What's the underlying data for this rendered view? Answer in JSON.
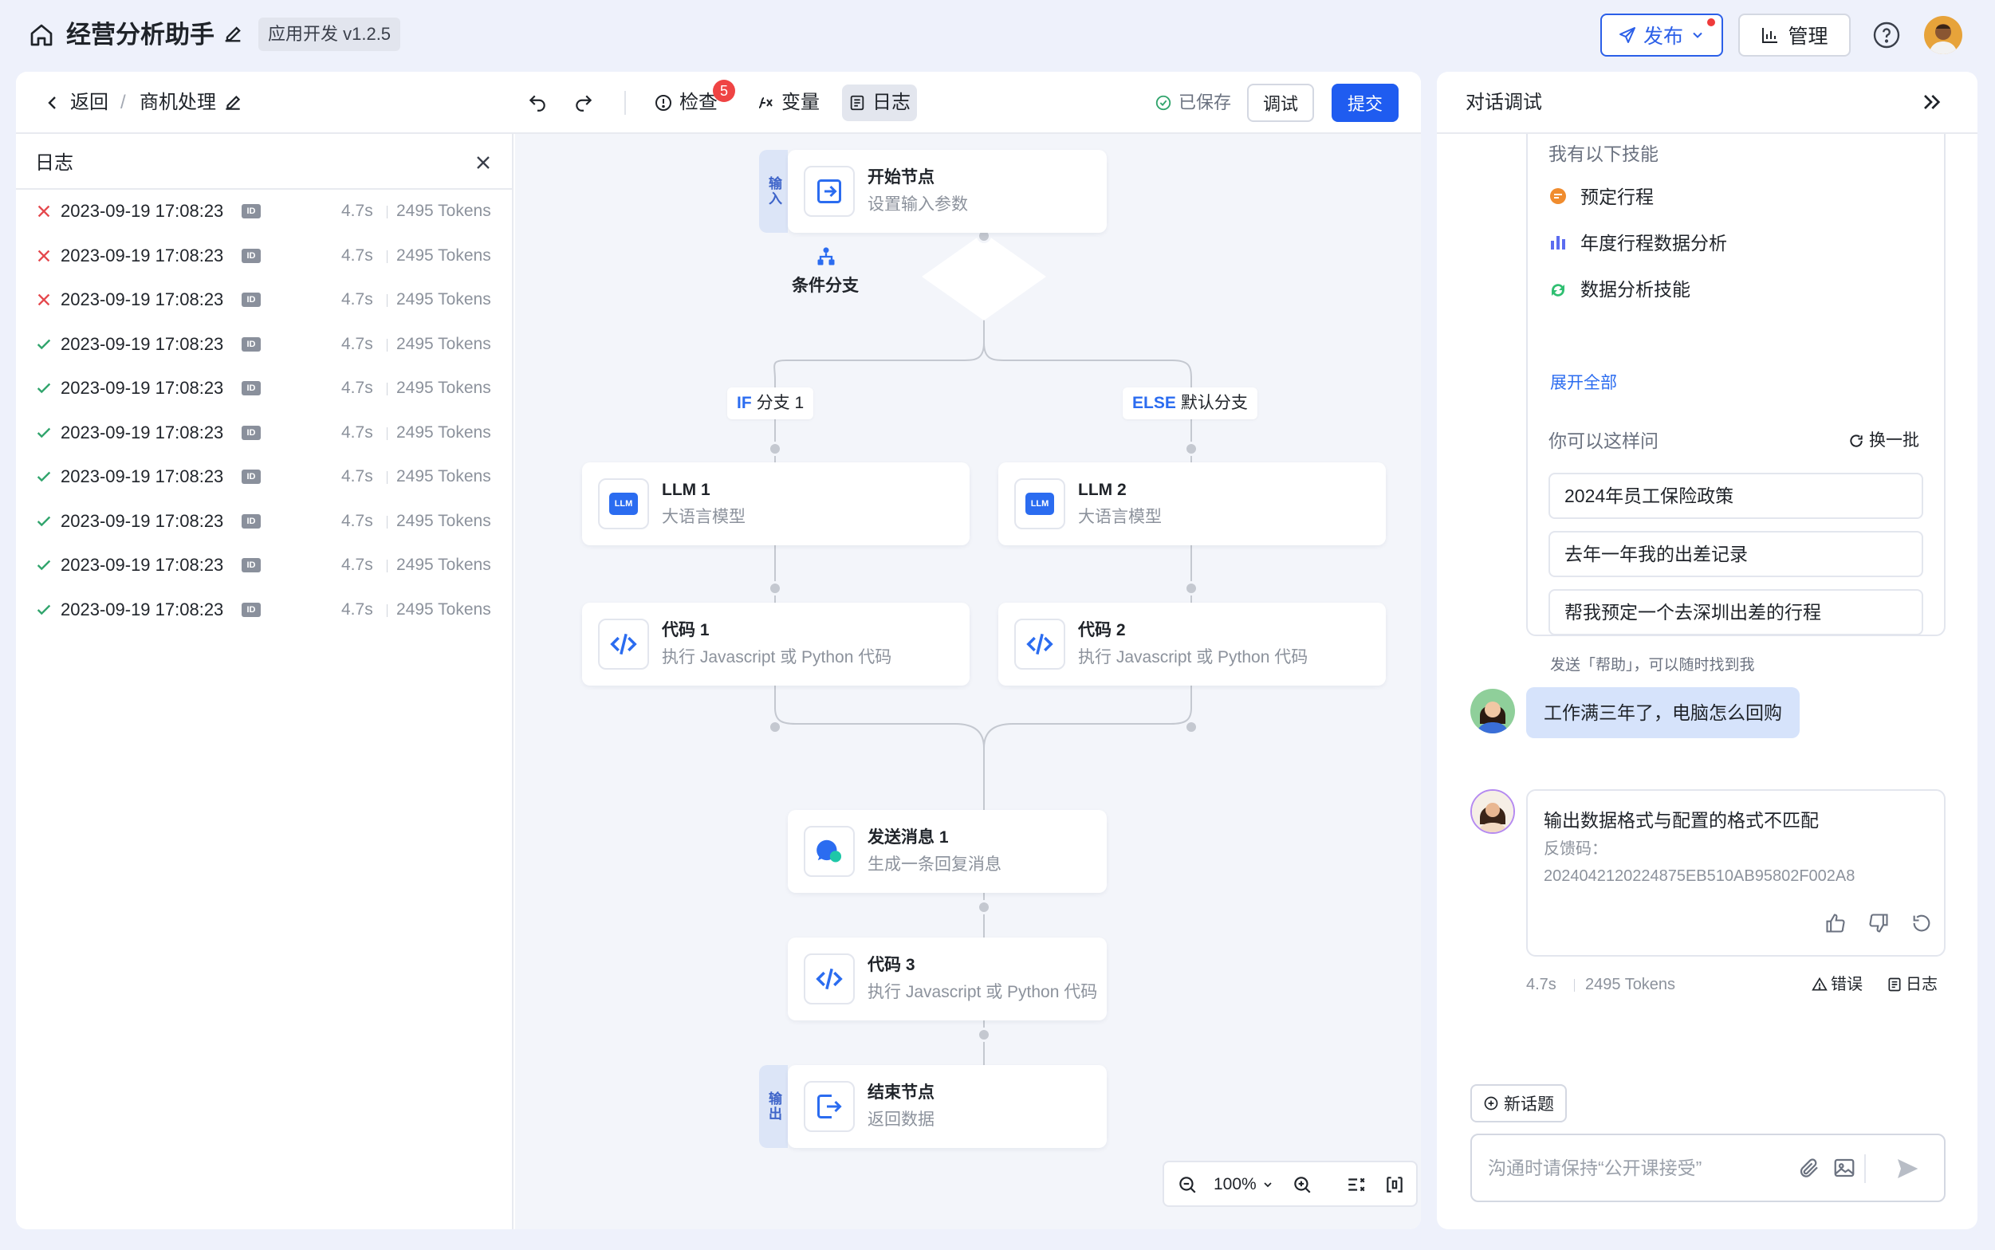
{
  "header": {
    "app_title": "经营分析助手",
    "app_badge": "应用开发 v1.2.5",
    "publish_label": "发布",
    "manage_label": "管理"
  },
  "toolbar": {
    "back_label": "返回",
    "breadcrumb_separator": "/",
    "current_page": "商机处理",
    "check_label": "检查",
    "check_count": "5",
    "variables_label": "变量",
    "log_label": "日志",
    "saved_status": "已保存",
    "debug_label": "调试",
    "submit_label": "提交"
  },
  "log_panel": {
    "title": "日志",
    "id_badge": "ID",
    "entries": [
      {
        "status": "error",
        "time": "2023-09-19 17:08:23",
        "duration": "4.7s",
        "tokens": "2495 Tokens"
      },
      {
        "status": "error",
        "time": "2023-09-19 17:08:23",
        "duration": "4.7s",
        "tokens": "2495 Tokens"
      },
      {
        "status": "error",
        "time": "2023-09-19 17:08:23",
        "duration": "4.7s",
        "tokens": "2495 Tokens"
      },
      {
        "status": "success",
        "time": "2023-09-19 17:08:23",
        "duration": "4.7s",
        "tokens": "2495 Tokens"
      },
      {
        "status": "success",
        "time": "2023-09-19 17:08:23",
        "duration": "4.7s",
        "tokens": "2495 Tokens"
      },
      {
        "status": "success",
        "time": "2023-09-19 17:08:23",
        "duration": "4.7s",
        "tokens": "2495 Tokens"
      },
      {
        "status": "success",
        "time": "2023-09-19 17:08:23",
        "duration": "4.7s",
        "tokens": "2495 Tokens"
      },
      {
        "status": "success",
        "time": "2023-09-19 17:08:23",
        "duration": "4.7s",
        "tokens": "2495 Tokens"
      },
      {
        "status": "success",
        "time": "2023-09-19 17:08:23",
        "duration": "4.7s",
        "tokens": "2495 Tokens"
      },
      {
        "status": "success",
        "time": "2023-09-19 17:08:23",
        "duration": "4.7s",
        "tokens": "2495 Tokens"
      }
    ]
  },
  "flow": {
    "start": {
      "tab": "输入",
      "title": "开始节点",
      "subtitle": "设置输入参数"
    },
    "condition": {
      "title": "条件分支"
    },
    "branch_if": {
      "keyword": "IF",
      "label": "分支 1"
    },
    "branch_else": {
      "keyword": "ELSE",
      "label": "默认分支"
    },
    "llm1": {
      "icon_text": "LLM",
      "title": "LLM 1",
      "subtitle": "大语言模型"
    },
    "llm2": {
      "icon_text": "LLM",
      "title": "LLM 2",
      "subtitle": "大语言模型"
    },
    "code1": {
      "title": "代码 1",
      "subtitle": "执行 Javascript 或 Python 代码"
    },
    "code2": {
      "title": "代码 2",
      "subtitle": "执行 Javascript 或 Python 代码"
    },
    "message1": {
      "title": "发送消息 1",
      "subtitle": "生成一条回复消息"
    },
    "code3": {
      "title": "代码 3",
      "subtitle": "执行 Javascript 或 Python 代码"
    },
    "end": {
      "tab": "输出",
      "title": "结束节点",
      "subtitle": "返回数据"
    },
    "zoom": "100%"
  },
  "chat": {
    "title": "对话调试",
    "skills_intro": "我有以下技能",
    "skills": [
      "预定行程",
      "年度行程数据分析",
      "数据分析技能"
    ],
    "expand_all": "展开全部",
    "suggest_title": "你可以这样问",
    "refresh_label": "换一批",
    "suggestions": [
      "2024年员工保险政策",
      "去年一年我的出差记录",
      "帮我预定一个去深圳出差的行程"
    ],
    "help_hint": "发送「帮助」，可以随时找到我",
    "user_message": "工作满三年了，电脑怎么回购",
    "bot_message": "输出数据格式与配置的格式不匹配",
    "bot_code_label": "反馈码：",
    "bot_code": "2024042120224875EB510AB95802F002A8",
    "bot_duration": "4.7s",
    "bot_tokens": "2495 Tokens",
    "error_link": "错误",
    "log_link": "日志",
    "new_topic": "新话题",
    "input_placeholder": "沟通时请保持“公开课接受”"
  },
  "colors": {
    "accent": "#1f5cf0",
    "error": "#e5484d",
    "success": "#30a46c",
    "user_bubble": "#d6e3fb"
  }
}
